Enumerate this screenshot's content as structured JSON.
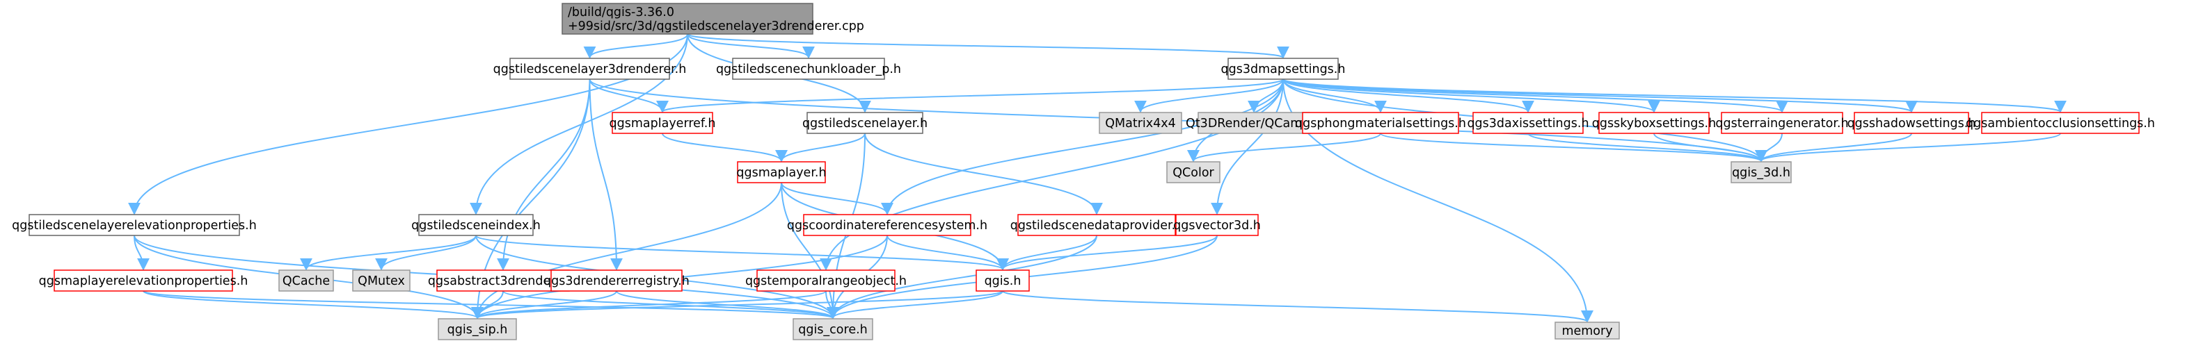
{
  "colors": {
    "edge": "#63b8ff",
    "root_fill": "#999999",
    "normal_border": "#666666",
    "missing_border": "#ff0000",
    "external_fill": "#e0e0e0",
    "external_border": "#999999",
    "node_fill": "#ffffff"
  },
  "nodes": [
    {
      "id": "root",
      "lines": [
        "/build/qgis-3.36.0",
        "+99sid/src/3d/qgstiledscenelayer3drenderer.cpp"
      ],
      "kind": "root"
    },
    {
      "id": "l3drenderer",
      "lines": [
        "qgstiledscenelayer3drenderer.h"
      ],
      "kind": "normal"
    },
    {
      "id": "chunkloader",
      "lines": [
        "qgstiledscenechunkloader_p.h"
      ],
      "kind": "normal"
    },
    {
      "id": "mapsettings3d",
      "lines": [
        "qgs3dmapsettings.h"
      ],
      "kind": "normal"
    },
    {
      "id": "maplayerref",
      "lines": [
        "qgsmaplayerref.h"
      ],
      "kind": "missing"
    },
    {
      "id": "tiledscenelayer",
      "lines": [
        "qgstiledscenelayer.h"
      ],
      "kind": "normal"
    },
    {
      "id": "qmatrix4x4",
      "lines": [
        "QMatrix4x4"
      ],
      "kind": "external"
    },
    {
      "id": "qcamera",
      "lines": [
        "Qt3DRender/QCamera"
      ],
      "kind": "external"
    },
    {
      "id": "phong",
      "lines": [
        "qgsphongmaterialsettings.h"
      ],
      "kind": "missing"
    },
    {
      "id": "axis",
      "lines": [
        "qgs3daxissettings.h"
      ],
      "kind": "missing"
    },
    {
      "id": "skybox",
      "lines": [
        "qgsskyboxsettings.h"
      ],
      "kind": "missing"
    },
    {
      "id": "terrain",
      "lines": [
        "qgsterraingenerator.h"
      ],
      "kind": "missing"
    },
    {
      "id": "shadow",
      "lines": [
        "qgsshadowsettings.h"
      ],
      "kind": "missing"
    },
    {
      "id": "ambient",
      "lines": [
        "qgsambientocclusionsettings.h"
      ],
      "kind": "missing"
    },
    {
      "id": "maplayer",
      "lines": [
        "qgsmaplayer.h"
      ],
      "kind": "missing"
    },
    {
      "id": "qcolor",
      "lines": [
        "QColor"
      ],
      "kind": "external"
    },
    {
      "id": "qgis3d",
      "lines": [
        "qgis_3d.h"
      ],
      "kind": "external"
    },
    {
      "id": "elevprops",
      "lines": [
        "qgstiledscenelayerelevationproperties.h"
      ],
      "kind": "normal"
    },
    {
      "id": "sceneindex",
      "lines": [
        "qgstiledsceneindex.h"
      ],
      "kind": "normal"
    },
    {
      "id": "crs",
      "lines": [
        "qgscoordinatereferencesystem.h"
      ],
      "kind": "missing"
    },
    {
      "id": "dataprovider",
      "lines": [
        "qgstiledscenedataprovider.h"
      ],
      "kind": "missing"
    },
    {
      "id": "vector3d",
      "lines": [
        "qgsvector3d.h"
      ],
      "kind": "missing"
    },
    {
      "id": "maplayerelev",
      "lines": [
        "qgsmaplayerelevationproperties.h"
      ],
      "kind": "missing"
    },
    {
      "id": "qcache",
      "lines": [
        "QCache"
      ],
      "kind": "external"
    },
    {
      "id": "qmutex",
      "lines": [
        "QMutex"
      ],
      "kind": "external"
    },
    {
      "id": "abstract3d",
      "lines": [
        "qgsabstract3drenderer.h"
      ],
      "kind": "missing"
    },
    {
      "id": "registry3d",
      "lines": [
        "qgs3drendererregistry.h"
      ],
      "kind": "missing"
    },
    {
      "id": "temporal",
      "lines": [
        "qgstemporalrangeobject.h"
      ],
      "kind": "missing"
    },
    {
      "id": "qgish",
      "lines": [
        "qgis.h"
      ],
      "kind": "missing"
    },
    {
      "id": "memory",
      "lines": [
        "memory"
      ],
      "kind": "external"
    },
    {
      "id": "qgissip",
      "lines": [
        "qgis_sip.h"
      ],
      "kind": "external"
    },
    {
      "id": "qgiscore",
      "lines": [
        "qgis_core.h"
      ],
      "kind": "external"
    }
  ],
  "edges": [
    [
      "root",
      "l3drenderer"
    ],
    [
      "root",
      "chunkloader"
    ],
    [
      "root",
      "mapsettings3d"
    ],
    [
      "root",
      "tiledscenelayer"
    ],
    [
      "root",
      "elevprops"
    ],
    [
      "root",
      "sceneindex"
    ],
    [
      "l3drenderer",
      "maplayerref"
    ],
    [
      "l3drenderer",
      "qgissip"
    ],
    [
      "l3drenderer",
      "abstract3d"
    ],
    [
      "l3drenderer",
      "registry3d"
    ],
    [
      "l3drenderer",
      "qgis3d"
    ],
    [
      "mapsettings3d",
      "maplayerref"
    ],
    [
      "mapsettings3d",
      "qmatrix4x4"
    ],
    [
      "mapsettings3d",
      "qcamera"
    ],
    [
      "mapsettings3d",
      "phong"
    ],
    [
      "mapsettings3d",
      "axis"
    ],
    [
      "mapsettings3d",
      "skybox"
    ],
    [
      "mapsettings3d",
      "terrain"
    ],
    [
      "mapsettings3d",
      "shadow"
    ],
    [
      "mapsettings3d",
      "ambient"
    ],
    [
      "mapsettings3d",
      "qcolor"
    ],
    [
      "mapsettings3d",
      "qgis3d"
    ],
    [
      "mapsettings3d",
      "crs"
    ],
    [
      "mapsettings3d",
      "vector3d"
    ],
    [
      "mapsettings3d",
      "temporal"
    ],
    [
      "mapsettings3d",
      "memory"
    ],
    [
      "maplayerref",
      "maplayer"
    ],
    [
      "tiledscenelayer",
      "maplayer"
    ],
    [
      "tiledscenelayer",
      "dataprovider"
    ],
    [
      "tiledscenelayer",
      "qgiscore"
    ],
    [
      "phong",
      "qcolor"
    ],
    [
      "phong",
      "qgis3d"
    ],
    [
      "axis",
      "qgis3d"
    ],
    [
      "skybox",
      "qgis3d"
    ],
    [
      "terrain",
      "qgis3d"
    ],
    [
      "shadow",
      "qgis3d"
    ],
    [
      "ambient",
      "qgis3d"
    ],
    [
      "maplayer",
      "crs"
    ],
    [
      "maplayer",
      "qgish"
    ],
    [
      "maplayer",
      "qgiscore"
    ],
    [
      "maplayer",
      "qgissip"
    ],
    [
      "elevprops",
      "maplayerelev"
    ],
    [
      "elevprops",
      "qgissip"
    ],
    [
      "elevprops",
      "qgiscore"
    ],
    [
      "sceneindex",
      "qcache"
    ],
    [
      "sceneindex",
      "qmutex"
    ],
    [
      "sceneindex",
      "qgish"
    ],
    [
      "sceneindex",
      "qgiscore"
    ],
    [
      "crs",
      "qgish"
    ],
    [
      "crs",
      "qgiscore"
    ],
    [
      "crs",
      "qgissip"
    ],
    [
      "dataprovider",
      "qgish"
    ],
    [
      "dataprovider",
      "qgiscore"
    ],
    [
      "vector3d",
      "qgish"
    ],
    [
      "vector3d",
      "qgiscore"
    ],
    [
      "maplayerelev",
      "qgiscore"
    ],
    [
      "maplayerelev",
      "qgissip"
    ],
    [
      "abstract3d",
      "qgissip"
    ],
    [
      "abstract3d",
      "qgiscore"
    ],
    [
      "registry3d",
      "qgissip"
    ],
    [
      "registry3d",
      "qgiscore"
    ],
    [
      "temporal",
      "qgiscore"
    ],
    [
      "temporal",
      "qgissip"
    ],
    [
      "qgish",
      "qgissip"
    ],
    [
      "qgish",
      "qgiscore"
    ],
    [
      "qgish",
      "memory"
    ]
  ]
}
